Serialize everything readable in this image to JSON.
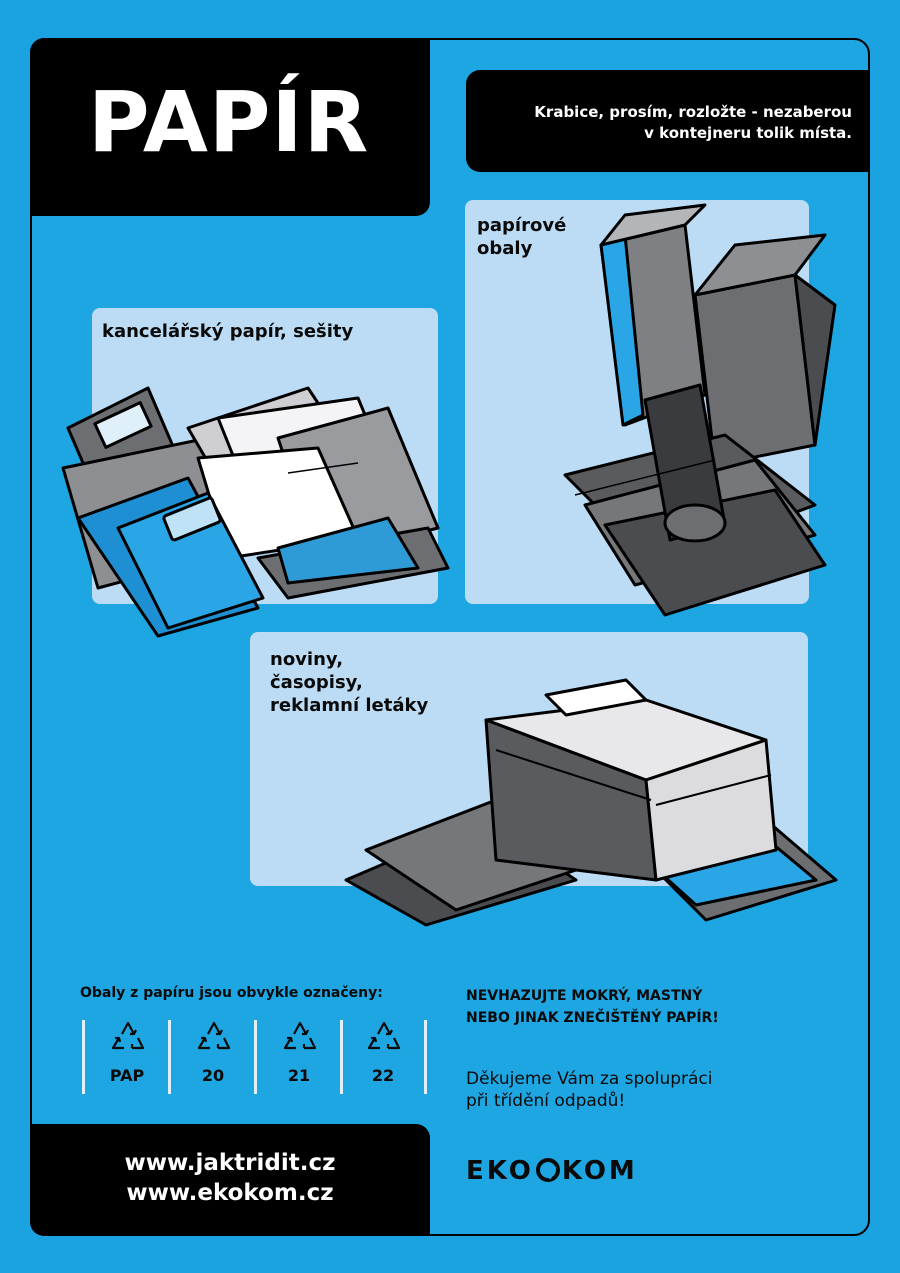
{
  "header": {
    "title": "PAPÍR",
    "note": "Krabice, prosím, rozložte - nezaberou\nv kontejneru tolik místa."
  },
  "panels": [
    {
      "label": "kancelářský papír, sešity",
      "icon": "notebooks-papers-illustration"
    },
    {
      "label": "papírové\nobaly",
      "icon": "paper-packaging-illustration"
    },
    {
      "label": "noviny,\nčasopisy,\nreklamní letáky",
      "icon": "newspapers-stack-illustration"
    }
  ],
  "codes": {
    "title": "Obaly z papíru jsou obvykle označeny:",
    "items": [
      "PAP",
      "20",
      "21",
      "22"
    ],
    "icon": "recycle-icon"
  },
  "warning": "NEVHAZUJTE MOKRÝ, MASTNÝ\nNEBO JINAK ZNEČIŠTĚNÝ PAPÍR!",
  "thanks": "Děkujeme Vám za spolupráci\npři třídění odpadů!",
  "footer": {
    "urls": [
      "www.jaktridit.cz",
      "www.ekokom.cz"
    ],
    "logo_left": "EKO",
    "logo_right": "KOM"
  },
  "colors": {
    "background": "#1ea6e2",
    "panel": "#bcdcf5",
    "ink": "#000000"
  }
}
